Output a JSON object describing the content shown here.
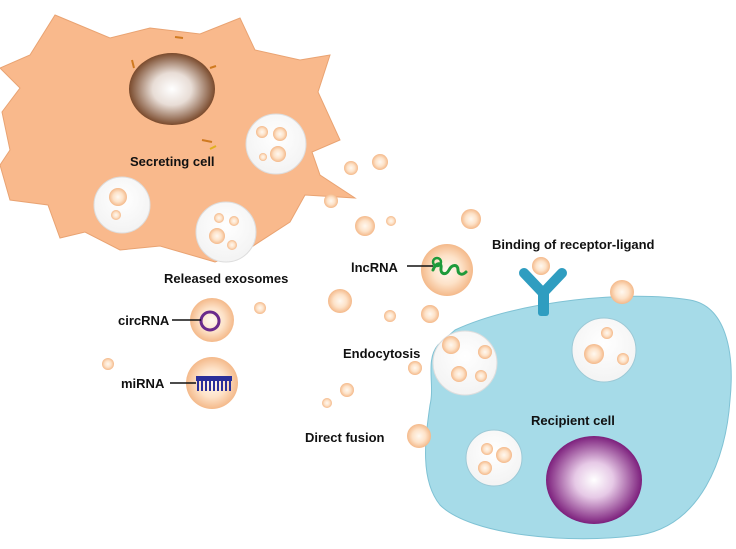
{
  "labels": {
    "secreting_cell": "Secreting cell",
    "released_exosomes": "Released exosomes",
    "lncrna": "lncRNA",
    "binding": "Binding of receptor-ligand",
    "circrna": "circRNA",
    "endocytosis": "Endocytosis",
    "mirna": "miRNA",
    "direct_fusion": "Direct  fusion",
    "recipient_cell": "Recipient cell"
  },
  "colors": {
    "secreting_cell": "#f9b98c",
    "recipient_cell": "#a6dbe8",
    "receptor": "#2f9dc0",
    "exosome": "#fbc9a3",
    "circrna": "#6a2a8c",
    "mirna": "#2a2f9a",
    "lncrna": "#1e9a3a",
    "recipient_nucleus": "#8a2a8a",
    "secreting_nucleus": "#8a5a3a"
  }
}
